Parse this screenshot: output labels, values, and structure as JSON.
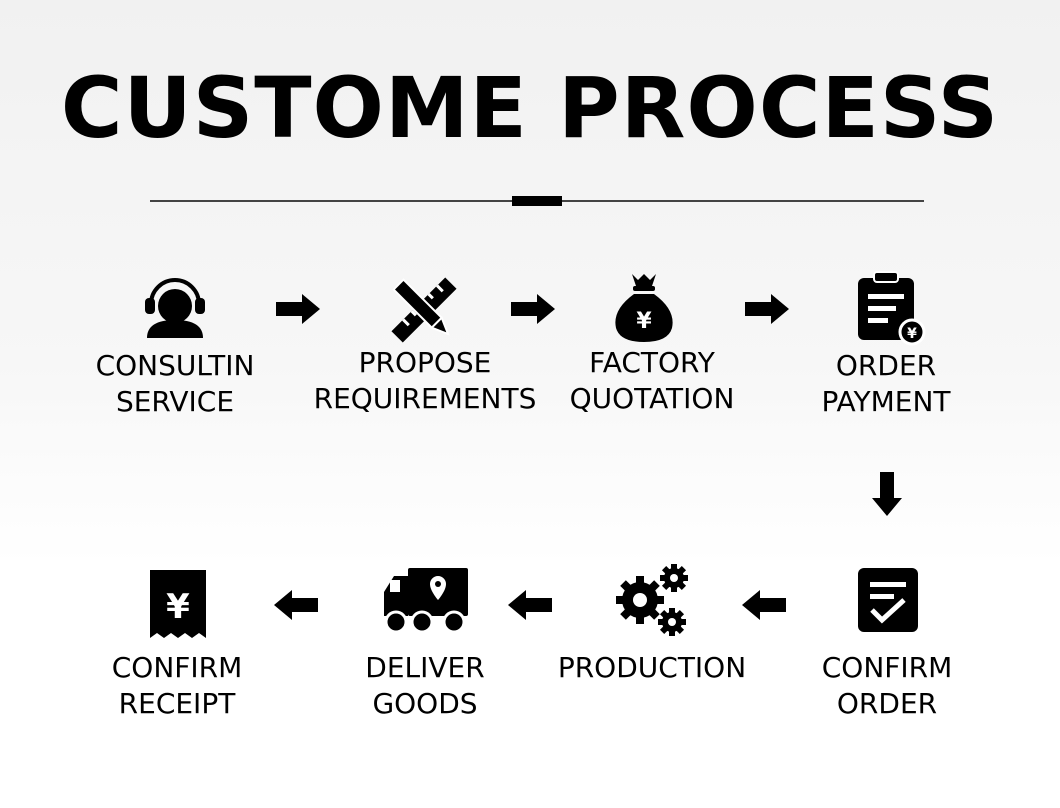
{
  "title": "CUSTOME PROCESS",
  "steps": [
    {
      "line1": "CONSULTIN",
      "line2": "SERVICE",
      "icon": "headset-person-icon"
    },
    {
      "line1": "PROPOSE",
      "line2": "REQUIREMENTS",
      "icon": "pencil-ruler-icon"
    },
    {
      "line1": "FACTORY",
      "line2": "QUOTATION",
      "icon": "money-bag-icon"
    },
    {
      "line1": "ORDER",
      "line2": "PAYMENT",
      "icon": "clipboard-payment-icon"
    },
    {
      "line1": "CONFIRM",
      "line2": "ORDER",
      "icon": "checked-document-icon"
    },
    {
      "line1": "PRODUCTION",
      "line2": "",
      "icon": "gears-icon"
    },
    {
      "line1": "DELIVER",
      "line2": "GOODS",
      "icon": "delivery-truck-icon"
    },
    {
      "line1": "CONFIRM",
      "line2": "RECEIPT",
      "icon": "receipt-icon"
    }
  ],
  "colors": {
    "ink": "#000000",
    "rule": "#444444"
  }
}
